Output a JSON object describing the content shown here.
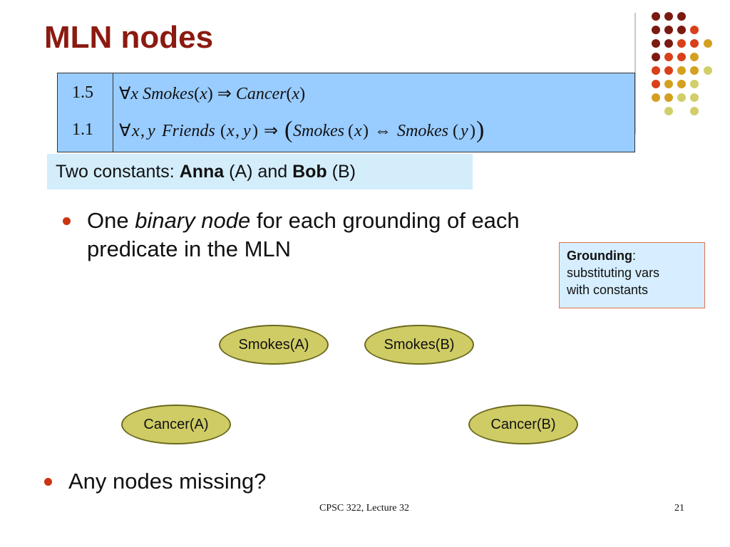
{
  "slide": {
    "title": "MLN nodes",
    "formulas": [
      {
        "weight": "1.5",
        "text_parts": [
          "∀",
          "x Smokes",
          "(",
          "x",
          ")",
          " ⇒ ",
          "Cancer",
          "(",
          "x",
          ")"
        ]
      },
      {
        "weight": "1.1"
      }
    ],
    "constants": {
      "prefix": "Two constants: ",
      "name_a": "Anna",
      "abbr_a": " (A) and ",
      "name_b": "Bob",
      "abbr_b": " (B)"
    },
    "bullets": [
      {
        "pre": "One ",
        "em": "binary node",
        "line1_rest": " for each grounding of each",
        "line2": "predicate in the MLN"
      },
      {
        "text": "Any nodes missing?"
      }
    ],
    "callout": {
      "term": "Grounding",
      "colon": ":",
      "line1": "substituting vars",
      "line2": "with constants"
    },
    "nodes": [
      "Smokes(A)",
      "Smokes(B)",
      "Cancer(A)",
      "Cancer(B)"
    ],
    "footer": {
      "course": "CPSC 322, Lecture 32",
      "page": "21"
    },
    "colors": {
      "title": "#8b1a10",
      "formula_bg": "#99ccff",
      "node_fill": "#cfcc66",
      "bullet": "#cc3311"
    }
  }
}
